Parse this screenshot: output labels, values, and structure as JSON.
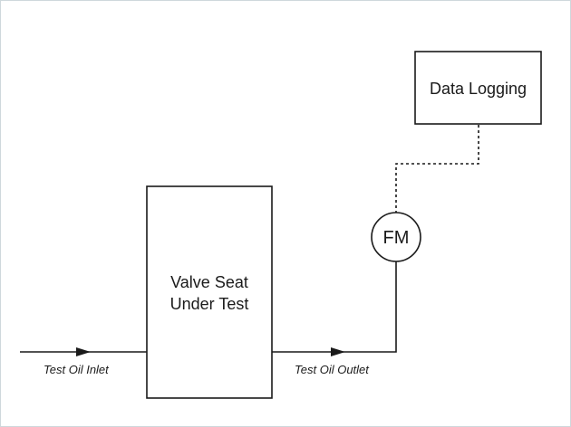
{
  "diagram": {
    "data_logging_label": "Data Logging",
    "flow_meter_label": "FM",
    "valve_label_line1": "Valve Seat",
    "valve_label_line2": "Under Test",
    "inlet_label": "Test Oil Inlet",
    "outlet_label": "Test Oil Outlet"
  },
  "colors": {
    "stroke": "#1a1a1a",
    "frame_border": "#cfd8dc",
    "background": "#ffffff"
  }
}
